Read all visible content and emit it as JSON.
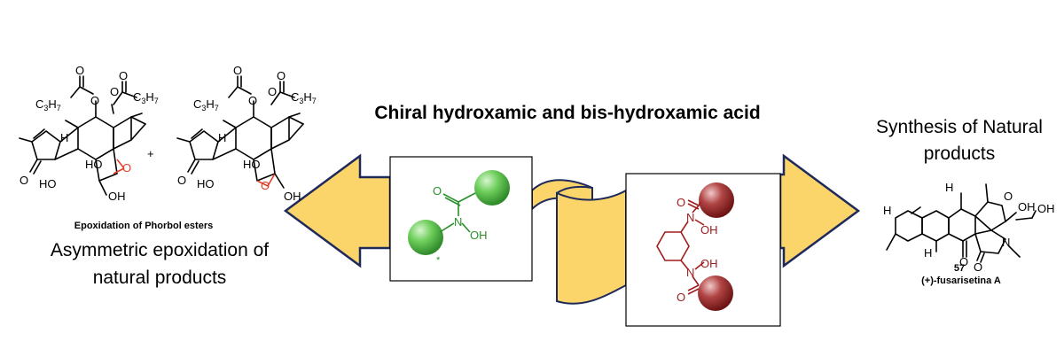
{
  "title": "Chiral hydroxamic and bis-hydroxamic acid",
  "left": {
    "scheme_label": "Epoxidation of Phorbol esters",
    "caption_line1": "Asymmetric epoxidation of",
    "caption_line2": "natural products",
    "plus": "+"
  },
  "right": {
    "caption_line1": "Synthesis of Natural",
    "caption_line2": "products",
    "compound_number": "57",
    "compound_name": "(+)-fusarisetina A"
  },
  "atoms": {
    "c3h7": "C",
    "c3h7_sub3": "3",
    "h": "H",
    "h_sub7": "7",
    "o": "O",
    "oh": "OH",
    "ho": "HO",
    "n": "N",
    "h_atom": "H",
    "star": "*"
  },
  "colors": {
    "arrow_fill": "#fbd46a",
    "arrow_stroke": "#1f2a5c",
    "green": "#2a8f2a",
    "dark_red": "#a01c1c",
    "epoxide_red": "#e0402a"
  }
}
